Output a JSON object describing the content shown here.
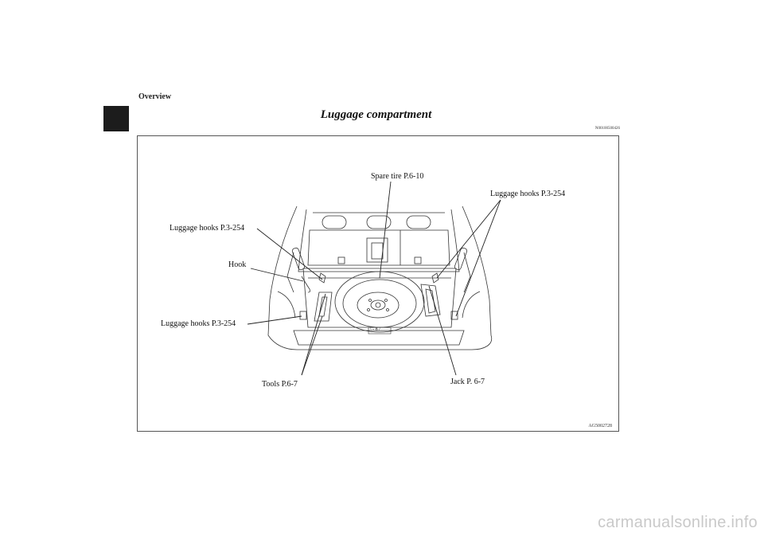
{
  "header": {
    "section": "Overview"
  },
  "page": {
    "title": "Luggage compartment",
    "doc_code": "N00100500426"
  },
  "figure": {
    "id": "AG5002728",
    "callouts": {
      "spare_tire": "Spare tire P.6-10",
      "luggage_hooks_upper_right": "Luggage hooks P.3-254",
      "luggage_hooks_upper_left": "Luggage hooks P.3-254",
      "hook": "Hook",
      "luggage_hooks_lower_left": "Luggage hooks P.3-254",
      "tools": "Tools P.6-7",
      "jack": "Jack P. 6-7"
    },
    "tire_label": "\\ - 8 /"
  },
  "watermark": "carmanualsonline.info"
}
